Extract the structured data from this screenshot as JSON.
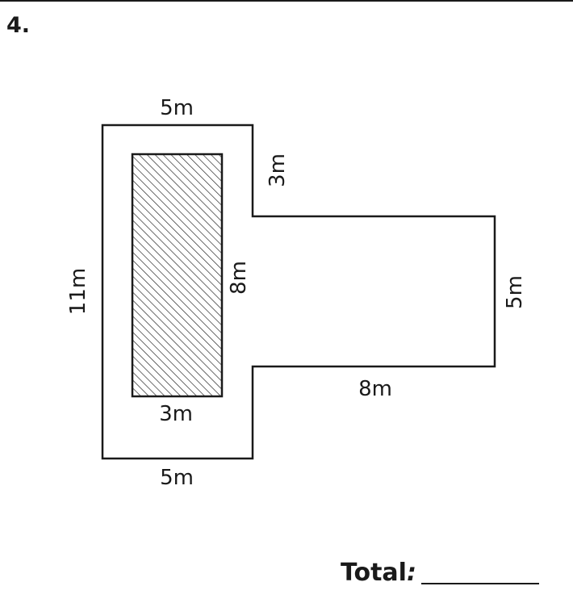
{
  "question": {
    "number": "4."
  },
  "labels": {
    "outer_top": "5m",
    "outer_right_upper": "3m",
    "outer_left": "11m",
    "inner_right": "8m",
    "inner_bottom": "3m",
    "outer_bottom": "5m",
    "arm_bottom": "8m",
    "arm_right": "5m"
  },
  "answer": {
    "total_label": "Total",
    "total_colon": ":"
  },
  "colors": {
    "stroke": "#1a1a1a",
    "hatch": "#1a1a1a",
    "background": "#ffffff"
  }
}
